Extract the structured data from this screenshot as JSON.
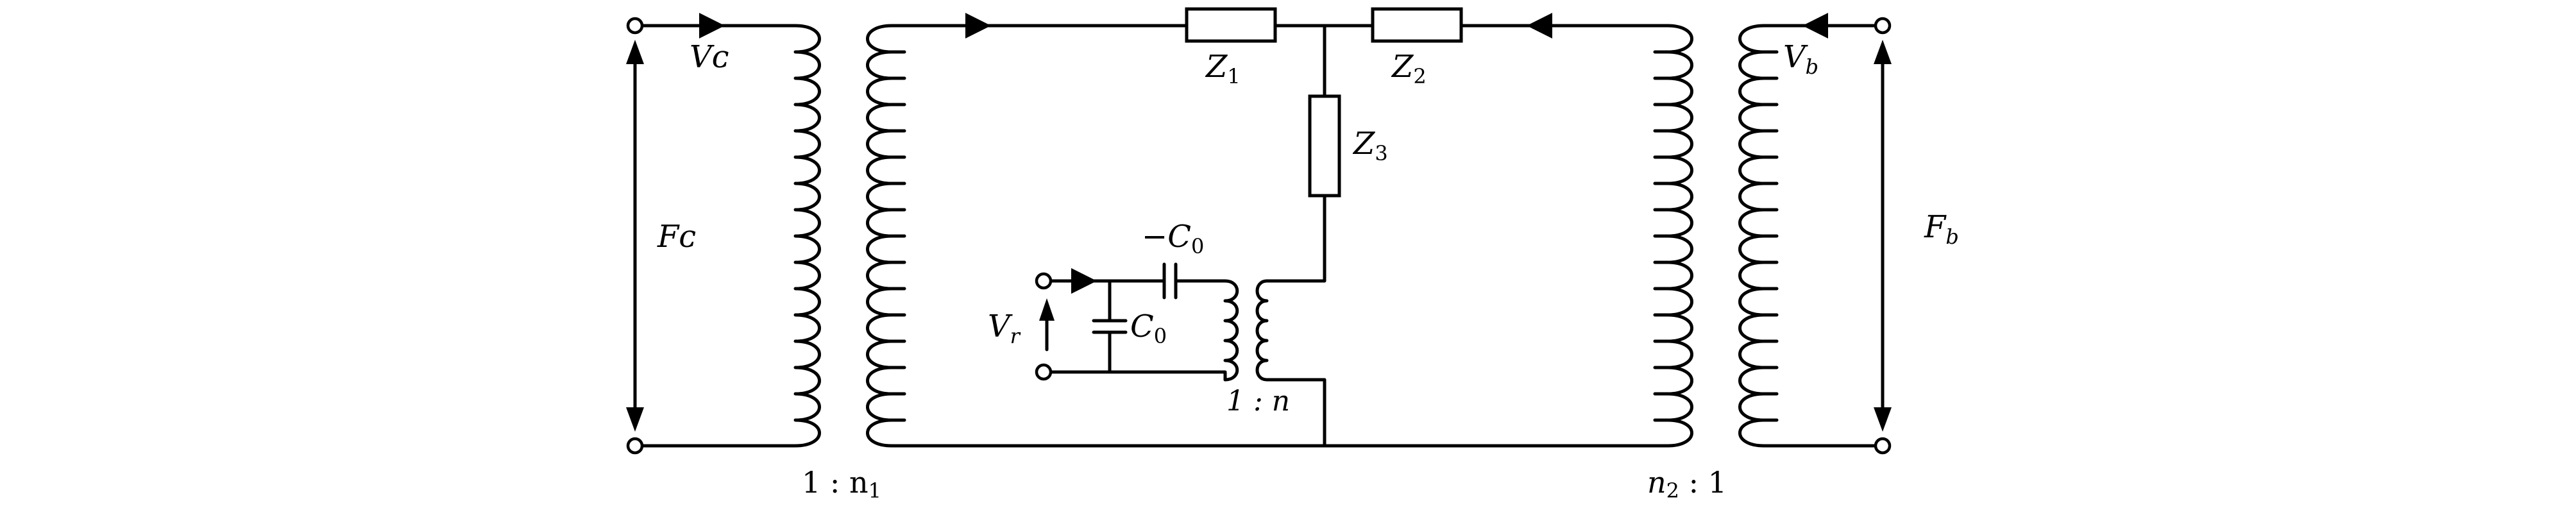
{
  "labels": {
    "vc": "Vᴄ",
    "vb": "V",
    "vb_sub": "b",
    "fc": "Fᴄ",
    "fb": "F",
    "fb_sub": "b",
    "z1": "Z",
    "z1_sub": "1",
    "z2": "Z",
    "z2_sub": "2",
    "z3": "Z",
    "z3_sub": "3",
    "neg_c0": "−C",
    "neg_c0_sub": "0",
    "c0": "C",
    "c0_sub": "0",
    "vr": "V",
    "vr_sub": "r",
    "ratio_left": "1 : n",
    "ratio_left_sub": "1",
    "ratio_mid": "1 : n",
    "ratio_right": "n",
    "ratio_right_sub": "2",
    "ratio_right_tail": " : 1"
  }
}
